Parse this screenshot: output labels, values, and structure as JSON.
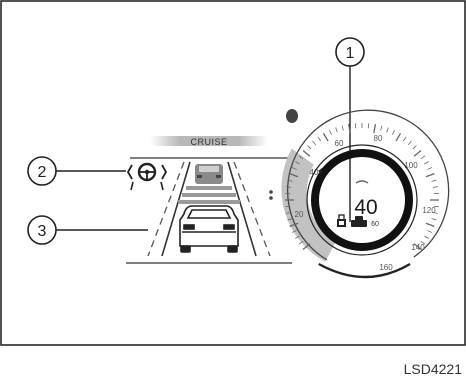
{
  "callouts": [
    {
      "number": "1"
    },
    {
      "number": "2"
    },
    {
      "number": "3"
    }
  ],
  "cruise_label": "CRUISE",
  "speedometer": {
    "current_speed": "40",
    "set_speed": "60",
    "scale_labels": [
      "20",
      "40",
      "60",
      "80",
      "100",
      "120",
      "140",
      "160"
    ]
  },
  "figure_code": "LSD4221"
}
